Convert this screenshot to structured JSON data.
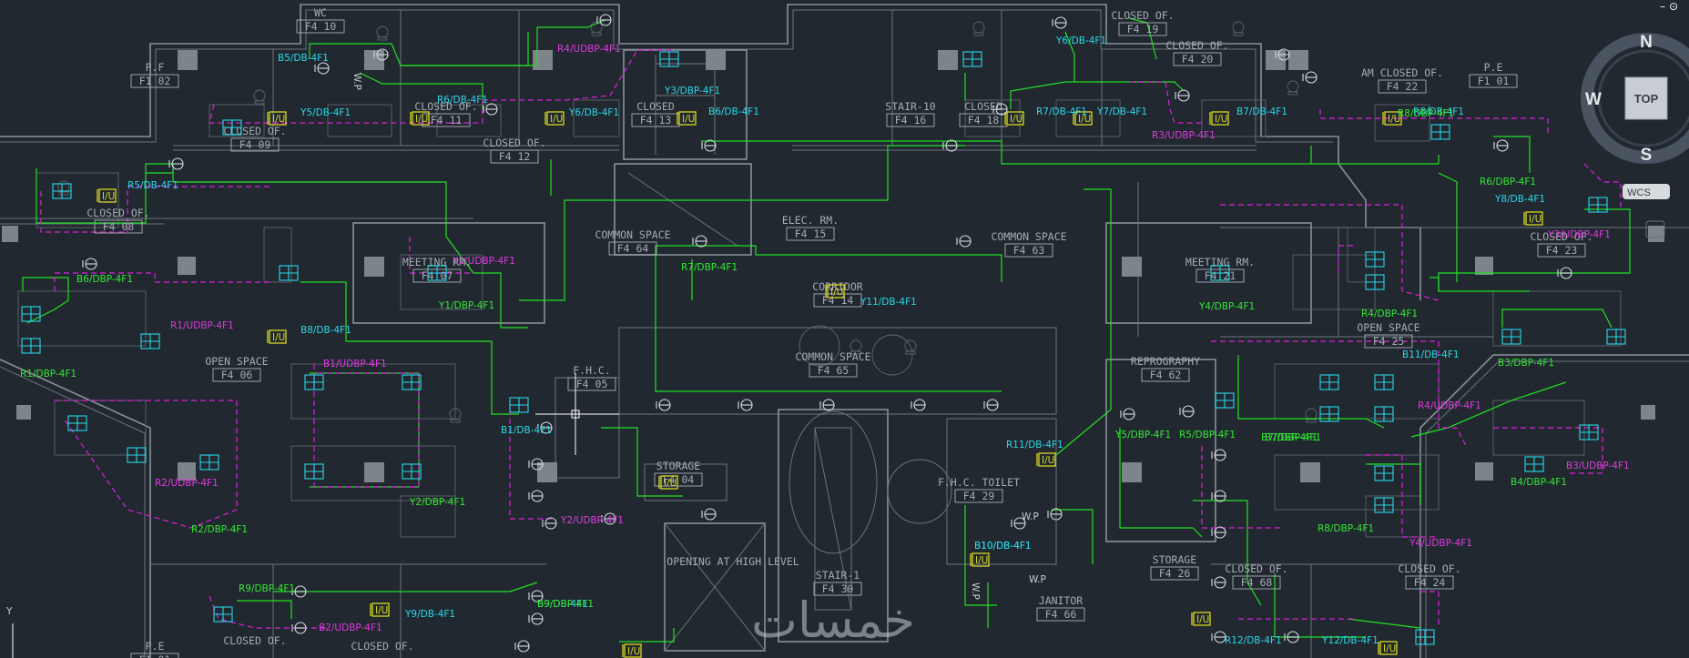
{
  "drawing": {
    "rooms": [
      {
        "id": "wc",
        "name": "WC",
        "num": "F4 10"
      },
      {
        "id": "pf1",
        "name": "P.F",
        "num": "F1 02"
      },
      {
        "id": "pf2",
        "name": "P.E",
        "num": "F1 01"
      },
      {
        "id": "pf3",
        "name": "P.E",
        "num": "F1 01"
      },
      {
        "id": "c09",
        "name": "CLOSED OF.",
        "num": "F4 09"
      },
      {
        "id": "c08",
        "name": "CLOSED OF.",
        "num": "F4 08"
      },
      {
        "id": "c11",
        "name": "CLOSED OF.",
        "num": "F4 11"
      },
      {
        "id": "c12",
        "name": "CLOSED OF.",
        "num": "F4 12"
      },
      {
        "id": "c13",
        "name": "CLOSED",
        "num": "F4 13"
      },
      {
        "id": "stair10",
        "name": "STAIR-10",
        "num": "F4 16"
      },
      {
        "id": "c18",
        "name": "CLOSED",
        "num": "F4 18"
      },
      {
        "id": "c19",
        "name": "CLOSED OF.",
        "num": "F4 19"
      },
      {
        "id": "c20",
        "name": "CLOSED OF.",
        "num": "F4 20"
      },
      {
        "id": "c22",
        "name": "AM CLOSED OF.",
        "num": "F4 22"
      },
      {
        "id": "cs64",
        "name": "COMMON SPACE",
        "num": "F4 64"
      },
      {
        "id": "elec",
        "name": "ELEC. RM.",
        "num": "F4 15"
      },
      {
        "id": "cs63",
        "name": "COMMON SPACE",
        "num": "F4 63"
      },
      {
        "id": "meet07",
        "name": "MEETING RM.",
        "num": "F4 07"
      },
      {
        "id": "meet21",
        "name": "MEETING RM.",
        "num": "F4 21"
      },
      {
        "id": "corr",
        "name": "CORRIDOR",
        "num": "F4 14"
      },
      {
        "id": "c23",
        "name": "CLOSED OF.",
        "num": "F4 23"
      },
      {
        "id": "open06",
        "name": "OPEN SPACE",
        "num": "F4 06"
      },
      {
        "id": "fhc",
        "name": "F.H.C.",
        "num": "F4 05"
      },
      {
        "id": "cs65",
        "name": "COMMON SPACE",
        "num": "F4 65"
      },
      {
        "id": "repro",
        "name": "REPROGRAPHY",
        "num": "F4 62"
      },
      {
        "id": "open25",
        "name": "OPEN SPACE",
        "num": "F4 25"
      },
      {
        "id": "storage04",
        "name": "STORAGE",
        "num": "F4 04"
      },
      {
        "id": "fhc29",
        "name": "F.H.C. TOILET",
        "num": "F4 29"
      },
      {
        "id": "stair1",
        "name": "STAIR-1",
        "num": "F4 30"
      },
      {
        "id": "opening",
        "name": "OPENING AT HIGH LEVEL",
        "num": ""
      },
      {
        "id": "janitor",
        "name": "JANITOR",
        "num": "F4 66"
      },
      {
        "id": "storage26",
        "name": "STORAGE",
        "num": "F4 26"
      },
      {
        "id": "c68",
        "name": "CLOSED OF.",
        "num": "F4 68"
      },
      {
        "id": "c24",
        "name": "CLOSED OF.",
        "num": "F4 24"
      },
      {
        "id": "c03",
        "name": "CLOSED OF.",
        "num": ""
      },
      {
        "id": "c02",
        "name": "CLOSED OF.",
        "num": ""
      }
    ],
    "labels_cyan": [
      "B5/DB-4F1",
      "Y5/DB-4F1",
      "R6/DB-4F1",
      "Y6/DB-4F1",
      "B6/DB-4F1",
      "Y3/DBP-4F1",
      "Y6/DB-4F1",
      "R7/DB-4F1",
      "Y7/DB-4F1",
      "B7/DB-4F1",
      "R8/DB-4F1",
      "R5/DB-4F1",
      "Y8/DB-4F1",
      "Y11/DB-4F1",
      "B8/DB-4F1",
      "B1/DB-4F1",
      "B10/DB-4F1",
      "R11/DB-4F1",
      "Y9/DB-4F1",
      "B9/DB-4F1",
      "B11/DB-4F1",
      "R12/DB-4F1",
      "Y12/DB-4F1",
      "B10/DB-4F1"
    ],
    "labels_magenta": [
      "R4/UDBP-4F1",
      "R3/UDBP-4F1",
      "Y1/UDBP-4F1",
      "R1/UDBP-4F1",
      "B1/UDBP-4F1",
      "R2/UDBP-4F1",
      "Y2/UDBP-4F1",
      "B2/UDBP-4F1",
      "Y3/UDBP-4F1",
      "R4/UDBP-4F1",
      "B3/UDBP-4F1",
      "Y4/UDBP-4F1"
    ],
    "labels_green": [
      "R8/DBP-4F1",
      "R6/DBP-4F1",
      "R7/DBP-4F1",
      "Y1/DBP-4F1",
      "B6/DBP-4F1",
      "R1/DBP-4F1",
      "Y2/DBP-4F1",
      "R2/DBP-4F1",
      "Y4/DBP-4F1",
      "R4/DBP-4F1",
      "B3/DBP-4F1",
      "Y5/DBP-4F1",
      "R5/DBP-4F1",
      "B7/DBP-4F1",
      "R8/DBP-4F1",
      "B4/DBP-4F1",
      "B7/DBP-4F1",
      "B9/DBP-4F1",
      "R9/DBP-4F1"
    ],
    "outlet_text": "I/U",
    "wp_text": "W.P"
  },
  "navcube": {
    "north": "N",
    "south": "S",
    "west": "W",
    "face": "TOP",
    "ucs": "WCS"
  },
  "ucs_axis": "Y",
  "window": {
    "close_glyph": "– ⊙"
  },
  "watermark": "خمسات",
  "colors": {
    "background": "#212830",
    "wire_green": "#22e022",
    "wire_magenta": "#e01ee0",
    "label_cyan": "#29d8e8",
    "outlet_yellow": "#d8d820",
    "wall": "#8a9099"
  }
}
